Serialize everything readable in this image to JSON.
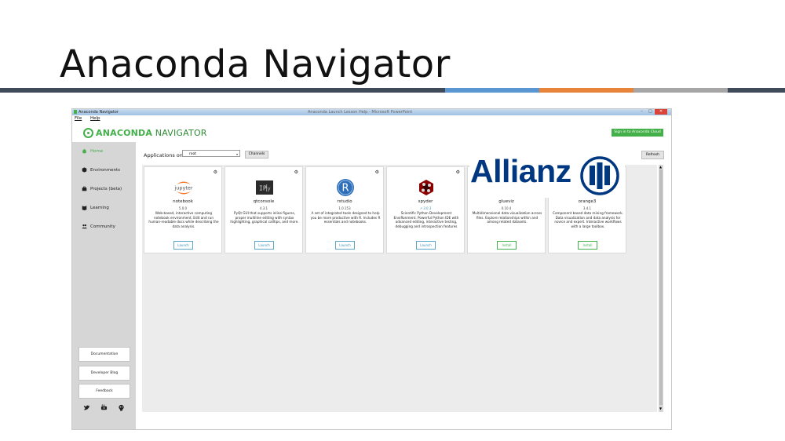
{
  "slide": {
    "title": "Anaconda Navigator"
  },
  "window": {
    "title": "Anaconda Navigator",
    "title_center": "Anaconda Launch Lesson Help - Microsoft PowerPoint",
    "menu": [
      "File",
      "Help"
    ],
    "logo_text_bold": "ANACONDA",
    "logo_text_light": " NAVIGATOR",
    "signin_label": "Sign in to Anaconda Cloud"
  },
  "sidebar": {
    "items": [
      {
        "label": "Home",
        "icon": "home-icon"
      },
      {
        "label": "Environments",
        "icon": "cube-icon"
      },
      {
        "label": "Projects (beta)",
        "icon": "briefcase-icon"
      },
      {
        "label": "Learning",
        "icon": "book-icon"
      },
      {
        "label": "Community",
        "icon": "people-icon"
      }
    ],
    "buttons": [
      "Documentation",
      "Developer Blog",
      "Feedback"
    ],
    "social": [
      "twitter-icon",
      "youtube-icon",
      "github-icon"
    ]
  },
  "toolbar": {
    "applications_on": "Applications on",
    "environment": "root",
    "channels": "Channels",
    "refresh": "Refresh"
  },
  "apps": [
    {
      "name": "notebook",
      "version": "5.0.0",
      "description": "Web-based, interactive computing notebook environment. Edit and run human-readable docs while describing the data analysis.",
      "action": "Launch"
    },
    {
      "name": "qtconsole",
      "version": "4.3.1",
      "description": "PyQt GUI that supports inline figures, proper multiline editing with syntax highlighting, graphical calltips, and more.",
      "action": "Launch"
    },
    {
      "name": "rstudio",
      "version": "1.0.153",
      "description": "A set of integrated tools designed to help you be more productive with R. Includes R essentials and notebooks.",
      "action": "Launch"
    },
    {
      "name": "spyder",
      "version": "3.0.3",
      "description": "Scientific Python Development EnviRonment. Powerful Python IDE with advanced editing, interactive testing, debugging and introspection features",
      "action": "Launch"
    },
    {
      "name": "glueviz",
      "version": "0.10.4",
      "description": "Multidimensional data visualization across files. Explore relationships within and among related datasets.",
      "action": "Install"
    },
    {
      "name": "orange3",
      "version": "3.4.1",
      "description": "Component based data mining framework. Data visualization and data analysis for novice and expert. Interactive workflows with a large toolbox.",
      "action": "Install"
    }
  ],
  "overlay": {
    "brand": "Allianz",
    "color": "#003781"
  },
  "colors": {
    "accent": "#43b049",
    "stripe_dark": "#3f4a5a",
    "stripe_blue": "#5a97d2",
    "stripe_orange": "#e8833a",
    "stripe_gray": "#a6a6a6"
  }
}
